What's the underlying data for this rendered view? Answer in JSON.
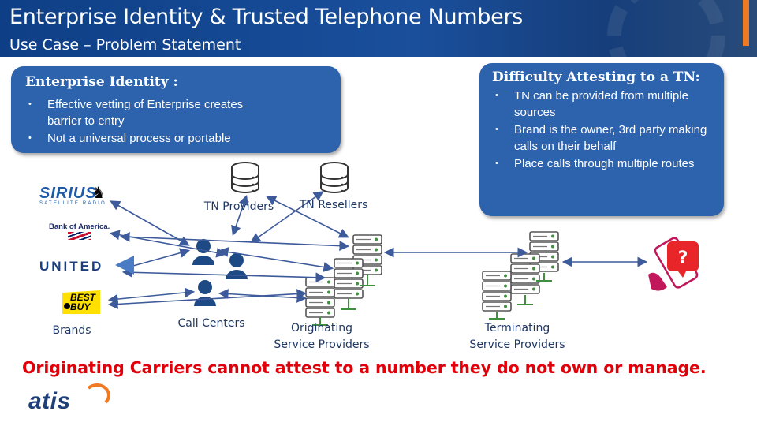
{
  "header": {
    "title": "Enterprise Identity & Trusted Telephone Numbers",
    "subtitle": "Use Case – Problem Statement"
  },
  "enterprise_identity": {
    "heading": "Enterprise Identity :",
    "bullets": [
      "Effective vetting of Enterprise creates barrier to entry",
      "Not a universal process or portable"
    ]
  },
  "difficulty": {
    "heading": "Difficulty Attesting to a TN:",
    "bullets": [
      "TN can be provided from multiple sources",
      "Brand is the owner, 3rd party making calls on their behalf",
      "Place calls through multiple routes"
    ]
  },
  "labels": {
    "tn_providers": "TN Providers",
    "tn_resellers": "TN Resellers",
    "brands": "Brands",
    "call_centers": "Call Centers",
    "originating_line1": "Originating",
    "originating_line2": "Service Providers",
    "terminating_line1": "Terminating",
    "terminating_line2": "Service Providers"
  },
  "brand_logos": {
    "sirius_word": "SIRIUS",
    "sirius_sub": "SATELLITE RADIO",
    "bank_of_america": "Bank of America.",
    "united": "UNITED",
    "best_buy_line1": "BEST",
    "best_buy_line2": "BUY"
  },
  "phone_badge": "?",
  "conclusion": "Originating Carriers cannot attest to a number they do not own or manage.",
  "footer_logo": "atis",
  "colors": {
    "header_bg": "#1a4f9c",
    "bubble_bg": "#2d62ad",
    "accent_orange": "#f07a22",
    "label_text": "#1f3864",
    "conclusion_text": "#e0000a",
    "server_green": "#3f8f3f",
    "arrow_blue": "#3d5a9a"
  },
  "icons": [
    "database-icon",
    "server-icon",
    "headset-agent-icon",
    "phone-alert-icon"
  ]
}
